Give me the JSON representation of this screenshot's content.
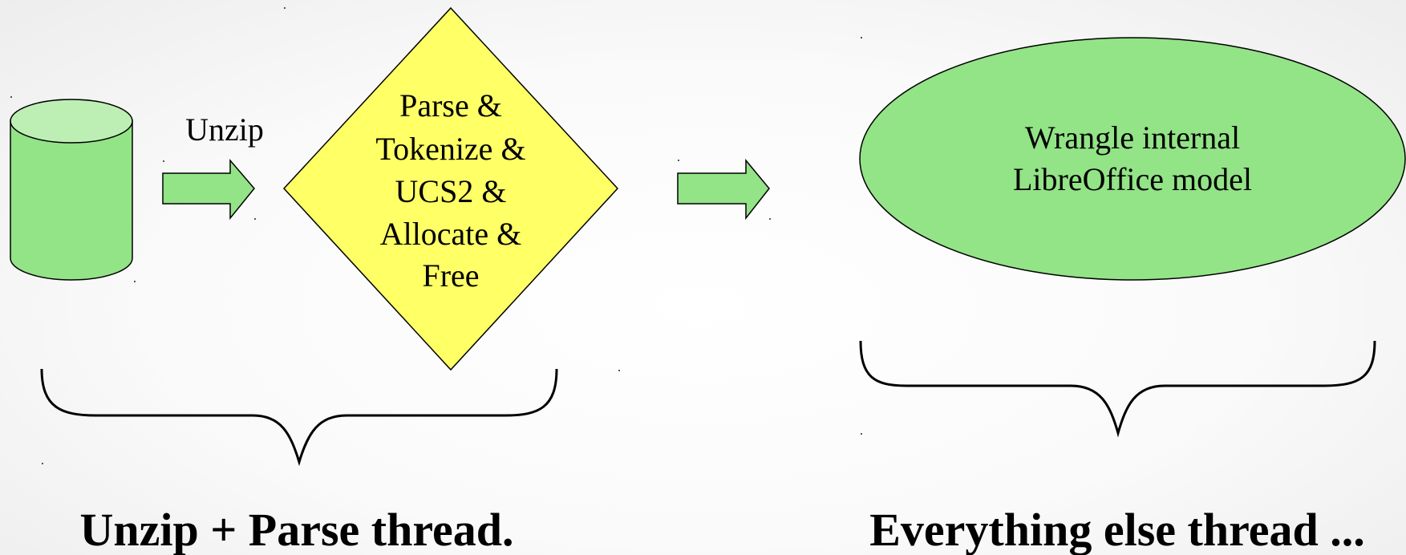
{
  "diagram": {
    "database_icon": "database-cylinder-icon",
    "unzip_label": "Unzip",
    "parse_lines": [
      "Parse &",
      "Tokenize &",
      "UCS2 &",
      "Allocate &",
      "Free"
    ],
    "wrangle_lines": [
      "Wrangle internal",
      "LibreOffice model"
    ],
    "left_caption": "Unzip + Parse thread.",
    "right_caption": "Everything else thread ..."
  },
  "colors": {
    "green_fill": "#93e387",
    "green_top": "#bdefb4",
    "yellow_fill": "#ffff66",
    "stroke": "#000000"
  }
}
